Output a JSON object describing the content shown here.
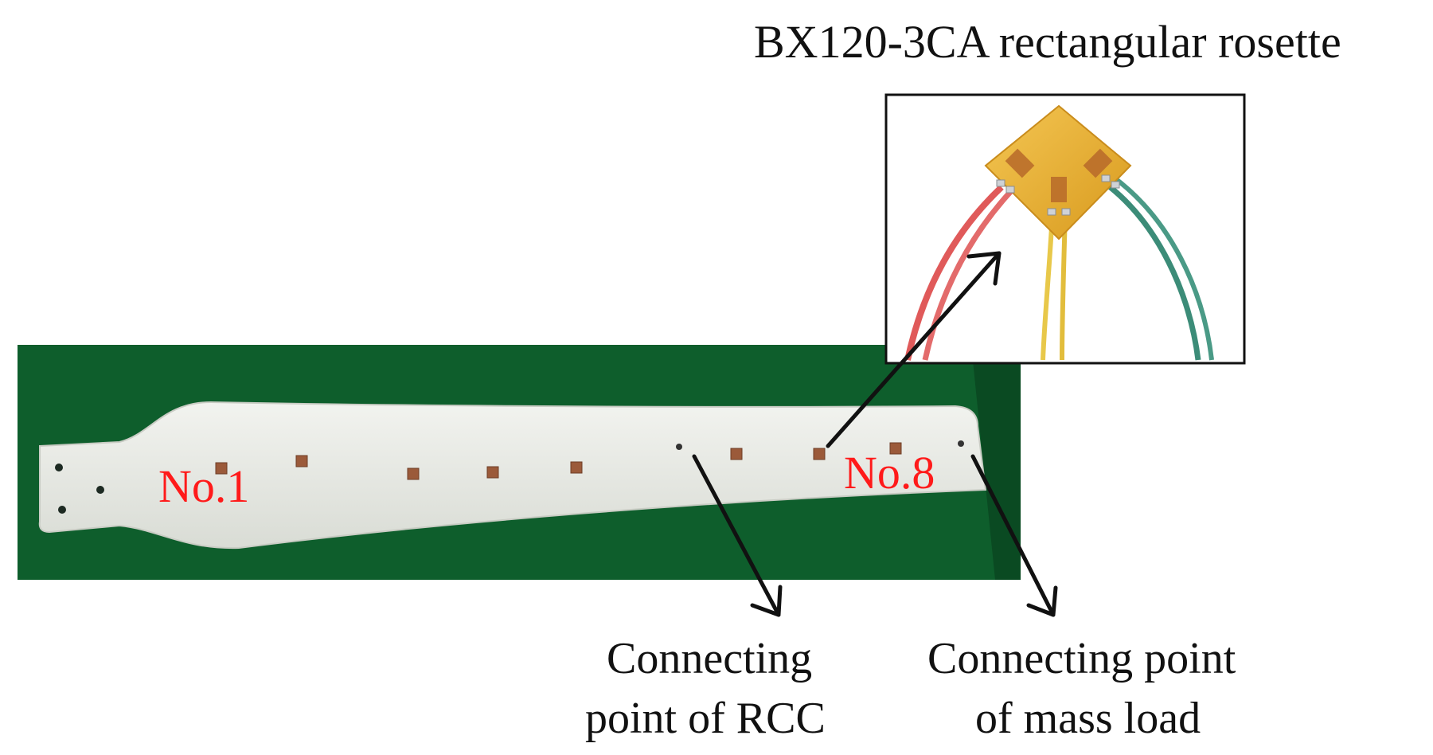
{
  "labels": {
    "rosette_title": "BX120-3CA rectangular rosette",
    "gauge_first": "No.1",
    "gauge_last": "No.8",
    "rcc_line1": "Connecting",
    "rcc_line2": "point of RCC",
    "mass_line1": "Connecting point",
    "mass_line2": "of mass load"
  },
  "colors": {
    "background": "#ffffff",
    "board_green": "#0e5e2c",
    "blade_white": "#e6e8e2",
    "gauge_brown": "#9b5a3a",
    "label_red": "#ff1a1a",
    "arrow_black": "#111111",
    "rosette_gold": "#e8b030",
    "wire_red": "#e05a5a",
    "wire_yellow": "#e8c84a",
    "wire_green": "#3c8c78"
  },
  "counts": {
    "strain_gauges": 8
  }
}
